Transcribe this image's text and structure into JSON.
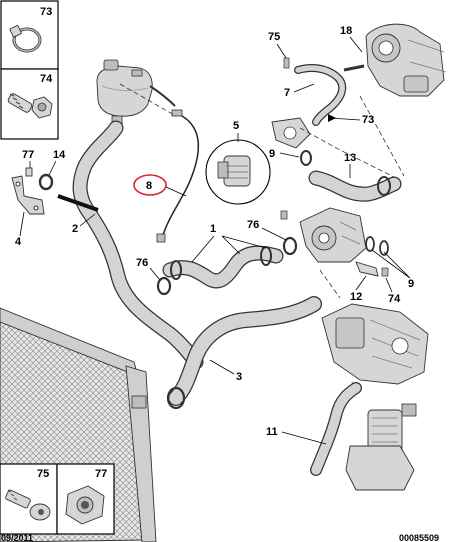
{
  "footer": {
    "date": "09/2011",
    "ref": "00085509"
  },
  "highlight_color": "#d9262b",
  "callouts": {
    "c73a": "73",
    "c74a": "74",
    "c77": "77",
    "c14": "14",
    "c4": "4",
    "c2": "2",
    "c8": "8",
    "c5": "5",
    "c9a": "9",
    "c13": "13",
    "c75top": "75",
    "c18": "18",
    "c7": "7",
    "c73b": "73",
    "c1": "1",
    "c76a": "76",
    "c76b": "76",
    "c9b": "9",
    "c12": "12",
    "c74b": "74",
    "c3": "3",
    "c11": "11",
    "c75b": "75",
    "c77b": "77"
  },
  "icons": [
    "hose-clamp-icon",
    "bleed-screw-icon",
    "bolt-icon",
    "nut-icon"
  ]
}
